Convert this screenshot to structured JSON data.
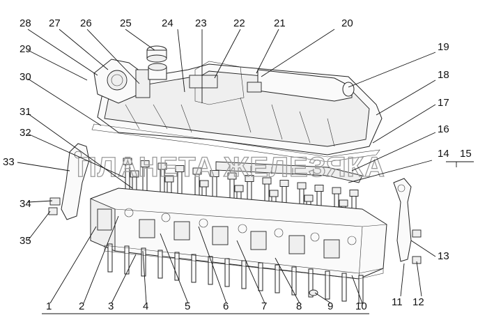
{
  "watermark": "ПЛАНЕТА ЖЕЛЕЗЯКА",
  "callouts": [
    "1",
    "2",
    "3",
    "4",
    "5",
    "6",
    "7",
    "8",
    "9",
    "10",
    "11",
    "12",
    "13",
    "14",
    "15",
    "16",
    "17",
    "18",
    "19",
    "20",
    "21",
    "22",
    "23",
    "24",
    "25",
    "26",
    "27",
    "28",
    "29",
    "30",
    "31",
    "32",
    "33",
    "34",
    "35"
  ]
}
